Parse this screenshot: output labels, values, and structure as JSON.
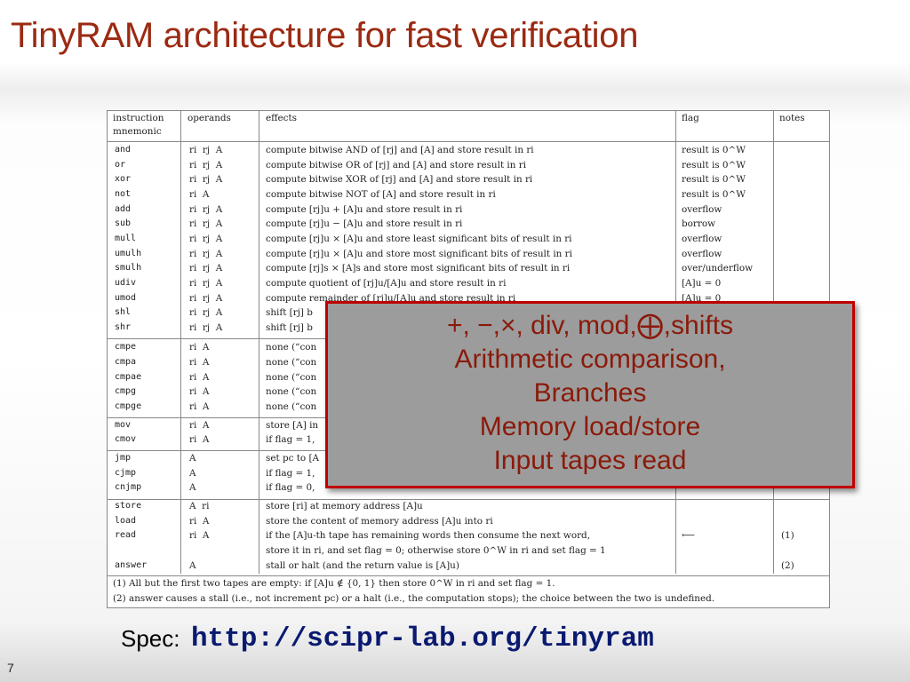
{
  "slide": {
    "title": "TinyRAM architecture for fast verification",
    "page_number": "7"
  },
  "table": {
    "headers": {
      "mnemonic_line1": "instruction",
      "mnemonic_line2": "mnemonic",
      "operands": "operands",
      "effects": "effects",
      "flag": "flag",
      "notes": "notes"
    },
    "rows": [
      {
        "m": "and",
        "o": "ri  rj  A",
        "e": "compute bitwise AND of [rj] and [A] and store result in ri",
        "f": "result is 0^W",
        "n": ""
      },
      {
        "m": "or",
        "o": "ri  rj  A",
        "e": "compute bitwise OR of [rj] and [A] and store result in ri",
        "f": "result is 0^W",
        "n": ""
      },
      {
        "m": "xor",
        "o": "ri  rj  A",
        "e": "compute bitwise XOR of [rj] and [A] and store result in ri",
        "f": "result is 0^W",
        "n": ""
      },
      {
        "m": "not",
        "o": "ri  A",
        "e": "compute bitwise NOT of [A] and store result in ri",
        "f": "result is 0^W",
        "n": ""
      },
      {
        "m": "add",
        "o": "ri  rj  A",
        "e": "compute [rj]u + [A]u and store result in ri",
        "f": "overflow",
        "n": ""
      },
      {
        "m": "sub",
        "o": "ri  rj  A",
        "e": "compute [rj]u − [A]u and store result in ri",
        "f": "borrow",
        "n": ""
      },
      {
        "m": "mull",
        "o": "ri  rj  A",
        "e": "compute [rj]u × [A]u and store least significant bits of result in ri",
        "f": "overflow",
        "n": ""
      },
      {
        "m": "umulh",
        "o": "ri  rj  A",
        "e": "compute [rj]u × [A]u and store most significant bits of result in ri",
        "f": "overflow",
        "n": ""
      },
      {
        "m": "smulh",
        "o": "ri  rj  A",
        "e": "compute [rj]s × [A]s and store most significant bits of result in ri",
        "f": "over/underflow",
        "n": ""
      },
      {
        "m": "udiv",
        "o": "ri  rj  A",
        "e": "compute quotient of [rj]u/[A]u and store result in ri",
        "f": "[A]u = 0",
        "n": ""
      },
      {
        "m": "umod",
        "o": "ri  rj  A",
        "e": "compute remainder of [rj]u/[A]u and store result in ri",
        "f": "[A]u = 0",
        "n": ""
      },
      {
        "m": "shl",
        "o": "ri  rj  A",
        "e": "shift [rj] b",
        "f": "",
        "n": ""
      },
      {
        "m": "shr",
        "o": "ri  rj  A",
        "e": "shift [rj] b",
        "f": "",
        "n": ""
      },
      {
        "m": "cmpe",
        "o": "ri  A",
        "e": "none (“con",
        "f": "",
        "n": ""
      },
      {
        "m": "cmpa",
        "o": "ri  A",
        "e": "none (“con",
        "f": "",
        "n": ""
      },
      {
        "m": "cmpae",
        "o": "ri  A",
        "e": "none (“con",
        "f": "",
        "n": ""
      },
      {
        "m": "cmpg",
        "o": "ri  A",
        "e": "none (“con",
        "f": "",
        "n": ""
      },
      {
        "m": "cmpge",
        "o": "ri  A",
        "e": "none (“con",
        "f": "",
        "n": ""
      },
      {
        "m": "mov",
        "o": "ri  A",
        "e": "store [A] in",
        "f": "",
        "n": ""
      },
      {
        "m": "cmov",
        "o": "ri  A",
        "e": "if flag = 1,",
        "f": "",
        "n": ""
      },
      {
        "m": "jmp",
        "o": "A",
        "e": "set pc to [A",
        "f": "",
        "n": ""
      },
      {
        "m": "cjmp",
        "o": "A",
        "e": "if flag = 1,",
        "f": "",
        "n": ""
      },
      {
        "m": "cnjmp",
        "o": "A",
        "e": "if flag = 0,",
        "f": "",
        "n": ""
      },
      {
        "m": "store",
        "o": "A  ri",
        "e": "store [ri] at memory address [A]u",
        "f": "",
        "n": ""
      },
      {
        "m": "load",
        "o": "ri  A",
        "e": "store the content of memory address [A]u into ri",
        "f": "",
        "n": ""
      },
      {
        "m": "read",
        "o": "ri  A",
        "e": "if the [A]u-th tape has remaining words then consume the next word,",
        "f": "⟵",
        "n": "(1)"
      },
      {
        "m": "",
        "o": "",
        "e": "store it in ri, and set flag = 0; otherwise store 0^W in ri and set flag = 1",
        "f": "",
        "n": ""
      },
      {
        "m": "answer",
        "o": "A",
        "e": "stall or halt (and the return value is [A]u)",
        "f": "",
        "n": "(2)"
      }
    ],
    "footnotes": [
      "(1) All but the first two tapes are empty: if [A]u ∉ {0, 1} then store 0^W in ri and set flag = 1.",
      "(2) answer causes a stall (i.e., not increment pc) or a halt (i.e., the computation stops); the choice between the two is undefined."
    ]
  },
  "overlay": {
    "lines": [
      "+, −,×, div, mod,⨁,shifts",
      "Arithmetic comparison,",
      "Branches",
      "Memory load/store",
      "Input tapes read"
    ]
  },
  "spec": {
    "label": "Spec:",
    "url": "http://scipr-lab.org/tinyram"
  }
}
